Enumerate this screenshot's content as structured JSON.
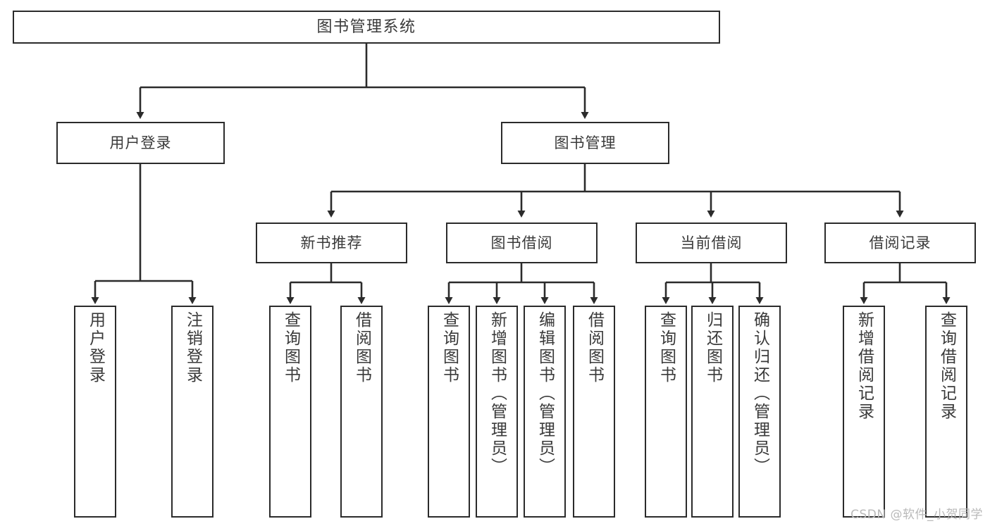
{
  "diagram": {
    "type": "tree-hierarchy-flowchart",
    "title": "图书管理系统",
    "style": {
      "line_color": "#2b2b2b",
      "box_fill": "#ffffff",
      "text_color": "#3a3a3a",
      "watermark_color": "#b9b9b9"
    },
    "levels": {
      "root": {
        "label": "图书管理系统"
      },
      "level1": [
        {
          "label": "用户登录"
        },
        {
          "label": "图书管理"
        }
      ],
      "level2": [
        {
          "label": "新书推荐"
        },
        {
          "label": "图书借阅"
        },
        {
          "label": "当前借阅"
        },
        {
          "label": "借阅记录"
        }
      ],
      "leaves": [
        {
          "label": "用户登录",
          "parent": "用户登录"
        },
        {
          "label": "注销登录",
          "parent": "用户登录"
        },
        {
          "label": "查询图书",
          "parent": "新书推荐"
        },
        {
          "label": "借阅图书",
          "parent": "新书推荐"
        },
        {
          "label": "查询图书",
          "parent": "图书借阅"
        },
        {
          "label": "新增图书（管理员）",
          "parent": "图书借阅"
        },
        {
          "label": "编辑图书（管理员）",
          "parent": "图书借阅"
        },
        {
          "label": "借阅图书",
          "parent": "图书借阅"
        },
        {
          "label": "查询图书",
          "parent": "当前借阅"
        },
        {
          "label": "归还图书",
          "parent": "当前借阅"
        },
        {
          "label": "确认归还（管理员）",
          "parent": "当前借阅"
        },
        {
          "label": "新增借阅记录",
          "parent": "借阅记录"
        },
        {
          "label": "查询借阅记录",
          "parent": "借阅记录"
        }
      ]
    },
    "watermark": "CSDN @软件_小贺同学"
  }
}
